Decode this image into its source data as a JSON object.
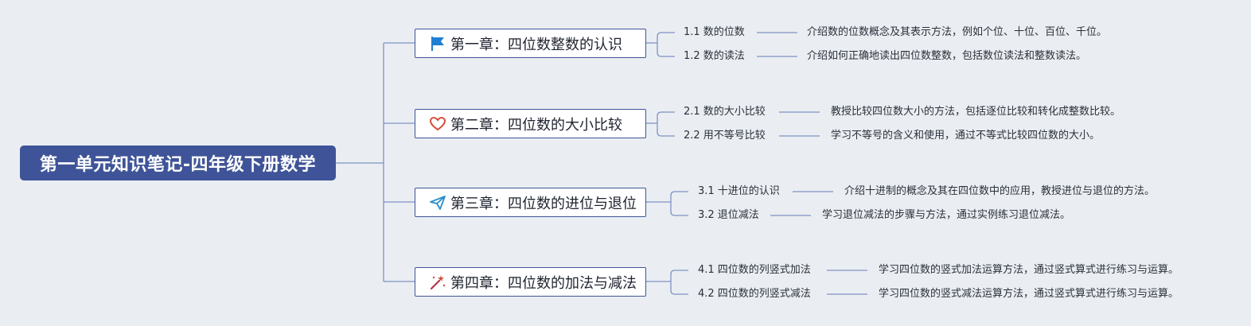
{
  "root": {
    "title": "第一单元知识笔记-四年级下册数学"
  },
  "colors": {
    "accent": "#3f5498",
    "line": "#7f92c4",
    "background": "#eaeef2"
  },
  "chapters": [
    {
      "title": "第一章：四位数整数的认识",
      "icon": "flag-icon",
      "topics": [
        {
          "label": "1.1 数的位数",
          "desc": "介绍数的位数概念及其表示方法，例如个位、十位、百位、千位。"
        },
        {
          "label": "1.2 数的读法",
          "desc": "介绍如何正确地读出四位数整数，包括数位读法和整数读法。"
        }
      ]
    },
    {
      "title": "第二章：四位数的大小比较",
      "icon": "heart-icon",
      "topics": [
        {
          "label": "2.1 数的大小比较",
          "desc": "教授比较四位数大小的方法，包括逐位比较和转化成整数比较。"
        },
        {
          "label": "2.2 用不等号比较",
          "desc": "学习不等号的含义和使用，通过不等式比较四位数的大小。"
        }
      ]
    },
    {
      "title": "第三章：四位数的进位与退位",
      "icon": "paper-plane-icon",
      "topics": [
        {
          "label": "3.1 十进位的认识",
          "desc": "介绍十进制的概念及其在四位数中的应用，教授进位与退位的方法。"
        },
        {
          "label": "3.2 退位减法",
          "desc": "学习退位减法的步骤与方法，通过实例练习退位减法。"
        }
      ]
    },
    {
      "title": "第四章：四位数的加法与减法",
      "icon": "magic-wand-icon",
      "topics": [
        {
          "label": "4.1 四位数的列竖式加法",
          "desc": "学习四位数的竖式加法运算方法，通过竖式算式进行练习与运算。"
        },
        {
          "label": "4.2 四位数的列竖式减法",
          "desc": "学习四位数的竖式减法运算方法，通过竖式算式进行练习与运算。"
        }
      ]
    }
  ]
}
